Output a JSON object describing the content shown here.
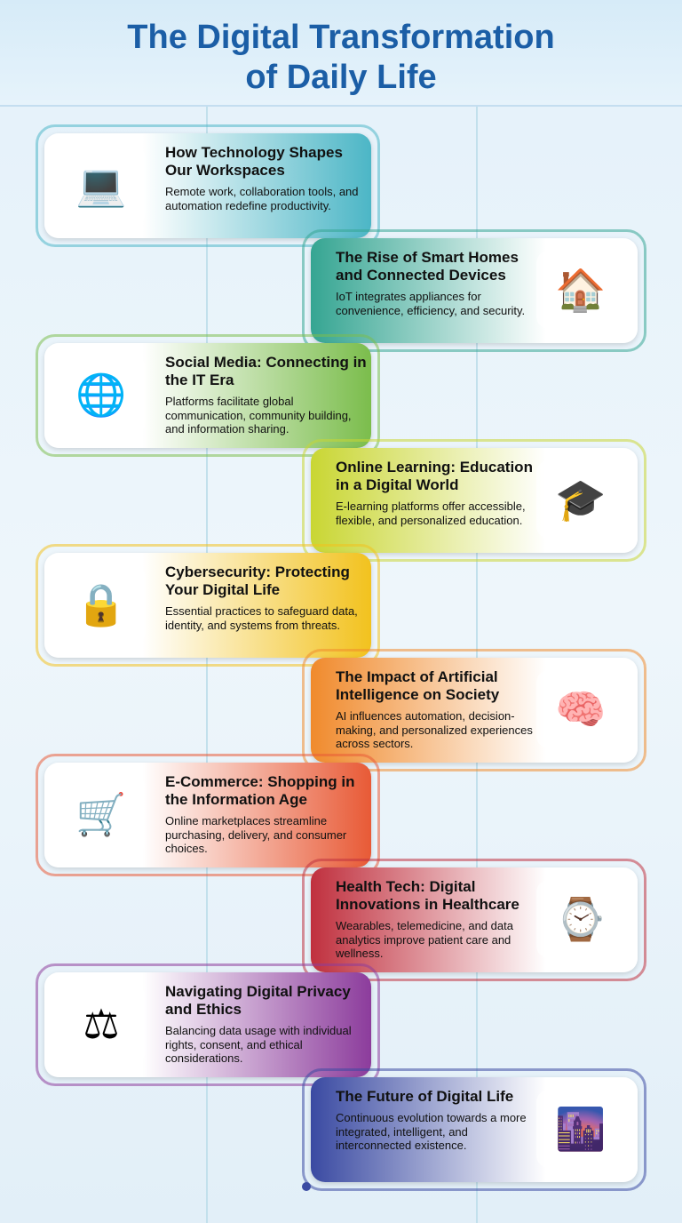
{
  "title": {
    "line1": "The Digital Transformation",
    "line2": "of Daily Life"
  },
  "cards": [
    {
      "title": "How Technology Shapes Our Workspaces",
      "body": "Remote work, collaboration tools, and automation redefine productivity.",
      "icon": "workspace-desk-icon",
      "glyph": "💻",
      "color": "#4cb6c6",
      "side": "left"
    },
    {
      "title": "The Rise of Smart Homes and Connected Devices",
      "body": "IoT integrates appliances for convenience, efficiency, and security.",
      "icon": "smart-home-icon",
      "glyph": "🏠",
      "color": "#35a592",
      "side": "right"
    },
    {
      "title": "Social Media: Connecting in the IT Era",
      "body": "Platforms facilitate global communication, community building, and information sharing.",
      "icon": "social-network-icon",
      "glyph": "🌐",
      "color": "#7bbd4c",
      "side": "left"
    },
    {
      "title": "Online Learning: Education in a Digital World",
      "body": "E-learning platforms offer accessible, flexible, and personalized education.",
      "icon": "online-learning-icon",
      "glyph": "🎓",
      "color": "#c9d633",
      "side": "right"
    },
    {
      "title": "Cybersecurity: Protecting Your Digital Life",
      "body": "Essential practices to safeguard data, identity, and systems from threats.",
      "icon": "security-shield-icon",
      "glyph": "🔒",
      "color": "#f2c21e",
      "side": "left"
    },
    {
      "title": "The Impact of Artificial Intelligence on Society",
      "body": "AI influences automation, decision-making, and personalized experiences across sectors.",
      "icon": "ai-brain-icon",
      "glyph": "🧠",
      "color": "#f08a2c",
      "side": "right"
    },
    {
      "title": "E-Commerce: Shopping in the Information Age",
      "body": "Online marketplaces streamline purchasing, delivery, and consumer choices.",
      "icon": "shopping-cart-icon",
      "glyph": "🛒",
      "color": "#e85a36",
      "side": "left"
    },
    {
      "title": "Health Tech: Digital Innovations in Healthcare",
      "body": "Wearables, telemedicine, and data analytics improve patient care and wellness.",
      "icon": "health-watch-icon",
      "glyph": "⌚",
      "color": "#c0303e",
      "side": "right"
    },
    {
      "title": "Navigating Digital Privacy and Ethics",
      "body": "Balancing data usage with individual rights, consent, and ethical considerations.",
      "icon": "ethics-scale-icon",
      "glyph": "⚖",
      "color": "#8c3c9c",
      "side": "left"
    },
    {
      "title": "The Future of Digital Life",
      "body": "Continuous evolution towards a more integrated, intelligent, and interconnected existence.",
      "icon": "future-city-icon",
      "glyph": "🌆",
      "color": "#3a4aa2",
      "side": "right"
    }
  ]
}
